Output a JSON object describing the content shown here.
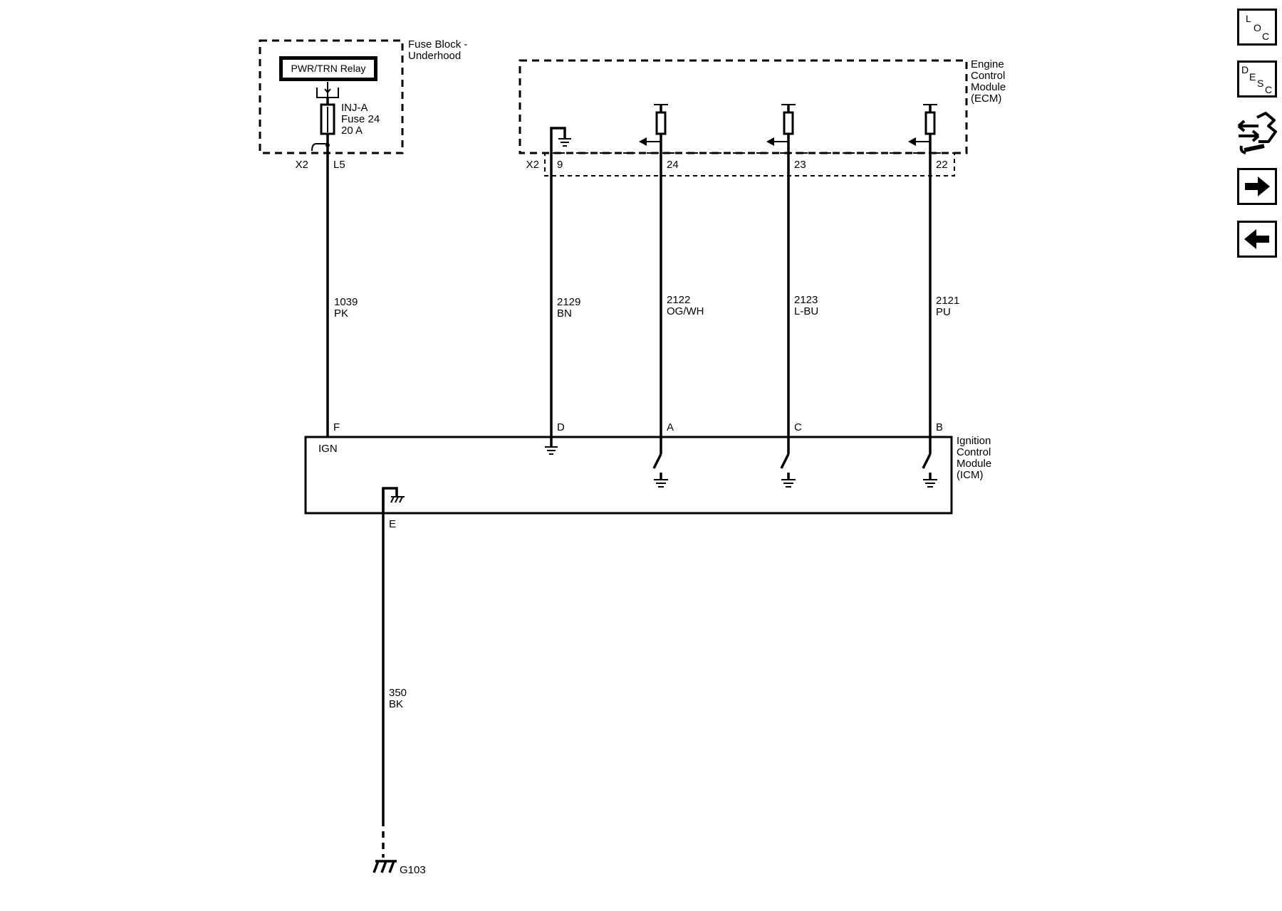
{
  "fuse_block": {
    "title_line1": "Fuse Block -",
    "title_line2": "Underhood",
    "relay_label": "PWR/TRN Relay",
    "fuse_name": "INJ-A",
    "fuse_number": "Fuse 24",
    "fuse_rating": "20 A",
    "connector": "X2",
    "pin": "L5"
  },
  "ecm": {
    "title_lines": [
      "Engine",
      "Control",
      "Module",
      "(ECM)"
    ],
    "connector": "X2",
    "pins": [
      "9",
      "24",
      "23",
      "22"
    ]
  },
  "wires": [
    {
      "circuit": "1039",
      "color": "PK"
    },
    {
      "circuit": "2129",
      "color": "BN"
    },
    {
      "circuit": "2122",
      "color": "OG/WH"
    },
    {
      "circuit": "2123",
      "color": "L-BU"
    },
    {
      "circuit": "2121",
      "color": "PU"
    },
    {
      "circuit": "350",
      "color": "BK"
    }
  ],
  "icm": {
    "title_lines": [
      "Ignition",
      "Control",
      "Module",
      "(ICM)"
    ],
    "pins": [
      "F",
      "D",
      "A",
      "C",
      "B",
      "E"
    ],
    "ign_label": "IGN"
  },
  "ground": {
    "label": "G103"
  },
  "nav": {
    "loc": [
      "L",
      "O",
      "C"
    ],
    "desc": [
      "D",
      "E",
      "S",
      "C"
    ],
    "icons": [
      "loc-icon",
      "desc-icon",
      "connector-tool-icon",
      "arrow-right-icon",
      "arrow-left-icon"
    ]
  }
}
